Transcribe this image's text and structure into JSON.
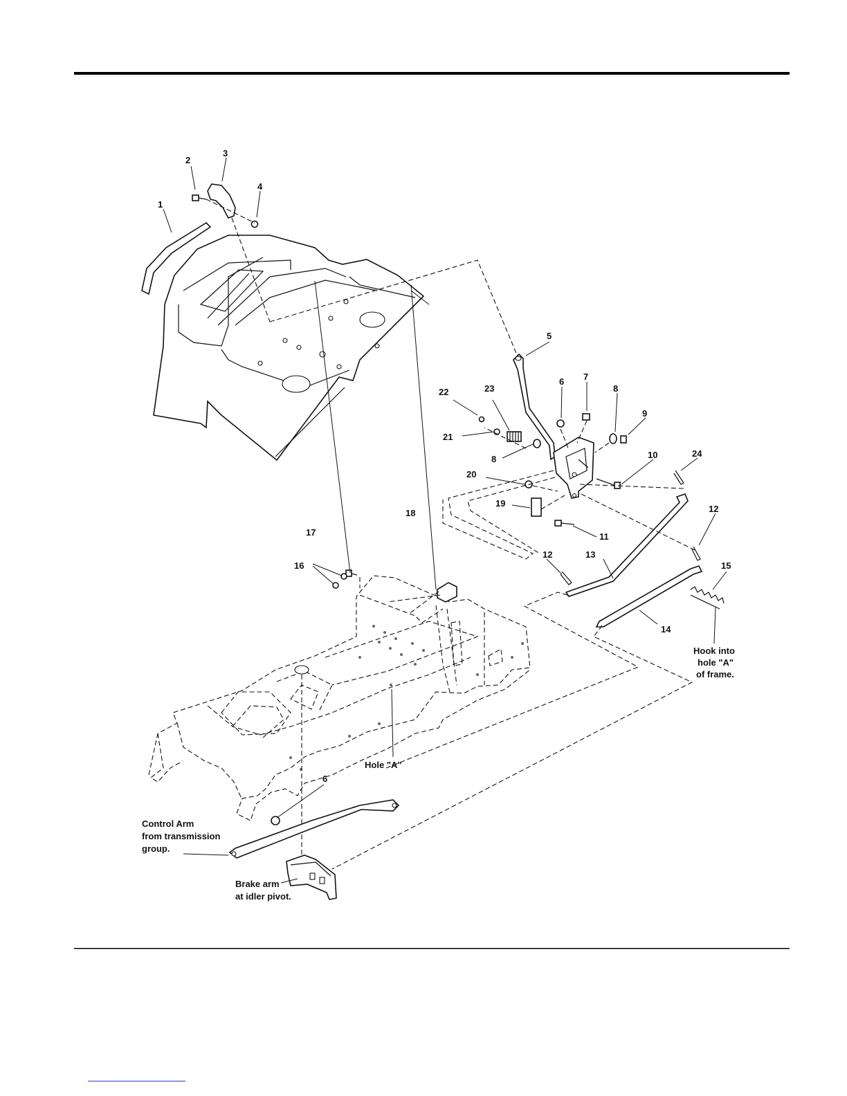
{
  "callouts": [
    "1",
    "2",
    "3",
    "4",
    "5",
    "6",
    "7",
    "8",
    "9",
    "10",
    "11",
    "12",
    "13",
    "14",
    "15",
    "16",
    "17",
    "18",
    "19",
    "20",
    "21",
    "22",
    "23",
    "24"
  ],
  "labels": {
    "p8b": "8",
    "p12b": "12",
    "p6b": "6"
  },
  "notes": {
    "hook": [
      "Hook into",
      "hole \"A\"",
      "of frame."
    ],
    "hole_a": "Hole \"A\"",
    "control_arm": [
      "Control Arm",
      "from transmission",
      "group."
    ],
    "brake_arm": [
      "Brake arm",
      "at idler pivot."
    ]
  }
}
